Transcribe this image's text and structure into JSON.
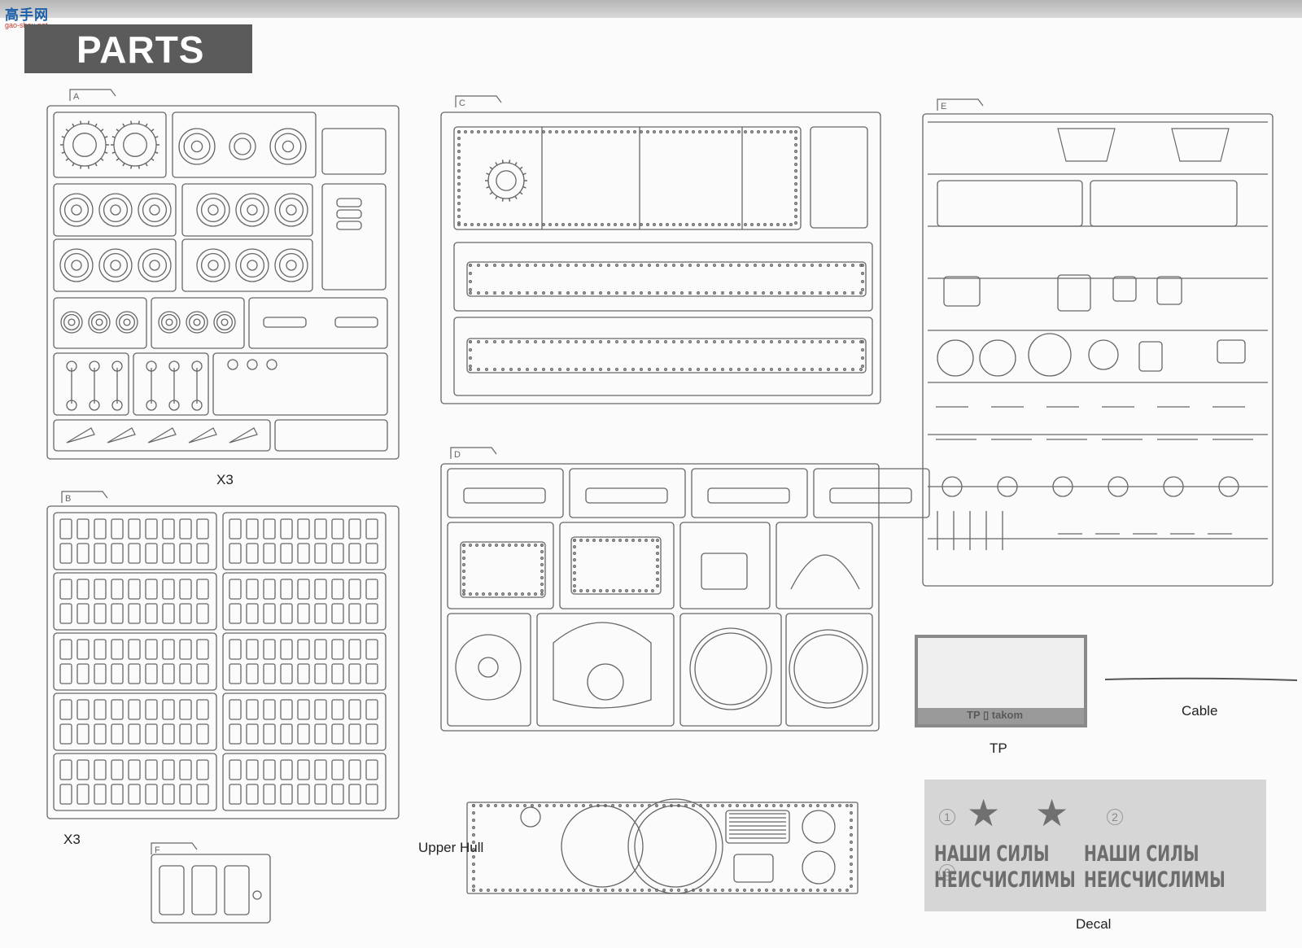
{
  "page": {
    "title": "PARTS",
    "watermark": {
      "text": "高手网",
      "sub": "gao-shou.net"
    }
  },
  "labels": {
    "sprue_a_qty": "X3",
    "sprue_b_qty": "X3",
    "upper_hull": "Upper Hull",
    "tp": "TP",
    "cable": "Cable",
    "decal": "Decal"
  },
  "sprue_tags": {
    "a": "A",
    "b": "B",
    "c": "C",
    "d": "D",
    "e": "E",
    "f": "F"
  },
  "photo_etch": {
    "brand": "TP ▯ takom"
  },
  "decal_sheet": {
    "numbers": [
      "1",
      "2",
      "3"
    ],
    "line1_left": "НАШИ СИЛЫ",
    "line2_left": "НЕИСЧИСЛИМЫ",
    "line1_right": "НАШИ СИЛЫ",
    "line2_right": "НЕИСЧИСЛИМЫ"
  }
}
